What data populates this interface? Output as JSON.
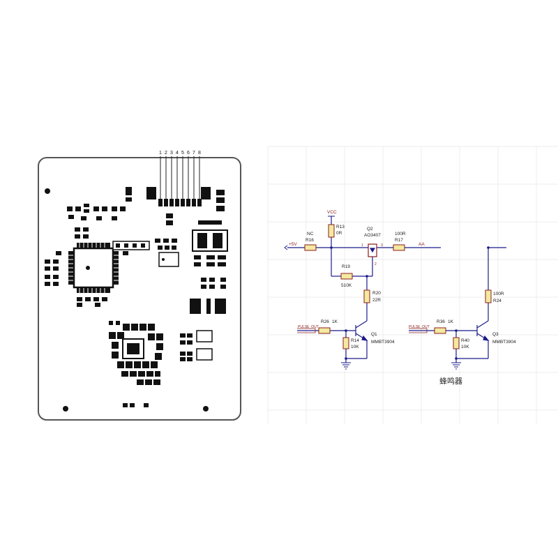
{
  "pcb": {
    "connector_pins": [
      "1",
      "2",
      "3",
      "4",
      "5",
      "6",
      "7",
      "8"
    ]
  },
  "schematic": {
    "power_in": "+5V",
    "vcc": "VCC",
    "r16": {
      "name": "R16",
      "value": "NC"
    },
    "r13": {
      "name": "R13",
      "value": "0R"
    },
    "q2": {
      "name": "Q2",
      "part": "AO3407"
    },
    "r17": {
      "name": "R17",
      "value": "100R"
    },
    "net_aa": "AA",
    "r19": {
      "name": "R19",
      "value": "510K"
    },
    "r20": {
      "name": "R20",
      "value": "22R"
    },
    "r26": {
      "name": "R26",
      "value": "1K"
    },
    "pulse_out_1": "PULSE_OUT",
    "r14": {
      "name": "R14",
      "value": "10K"
    },
    "q1": {
      "name": "Q1",
      "part": "MMBT3904"
    },
    "r24": {
      "name": "R24",
      "value": "100R"
    },
    "r36": {
      "name": "R36",
      "value": "1K"
    },
    "pulse_out_2": "PULSE_OUT",
    "r40": {
      "name": "R40",
      "value": "10K"
    },
    "q3": {
      "name": "Q3",
      "part": "MMBT3904"
    },
    "buzzer_label": "蜂鸣器",
    "pins": {
      "g": "1",
      "d": "3",
      "s": "2"
    }
  }
}
